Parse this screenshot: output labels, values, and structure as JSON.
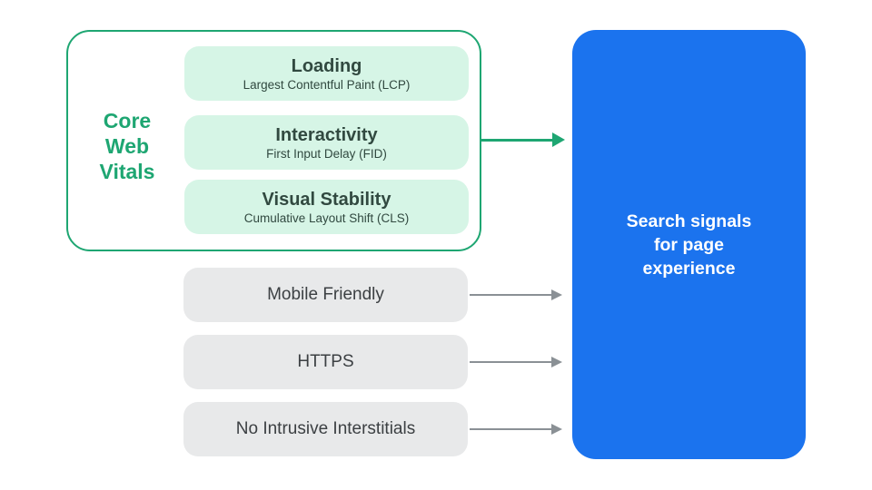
{
  "diagram": {
    "core_web_vitals": {
      "label": "Core\nWeb\nVitals",
      "items": [
        {
          "title": "Loading",
          "subtitle": "Largest Contentful Paint (LCP)"
        },
        {
          "title": "Interactivity",
          "subtitle": "First Input Delay (FID)"
        },
        {
          "title": "Visual Stability",
          "subtitle": "Cumulative Layout Shift (CLS)"
        }
      ]
    },
    "other_signals": [
      {
        "label": "Mobile Friendly"
      },
      {
        "label": "HTTPS"
      },
      {
        "label": "No Intrusive Interstitials"
      }
    ],
    "result": {
      "label": "Search signals\nfor page\nexperience"
    }
  },
  "colors": {
    "green": "#1EA672",
    "green_light": "#D6F5E6",
    "green_dark_text": "#314940",
    "gray_fill": "#E8E9EA",
    "gray_text": "#3C4043",
    "gray_arrow": "#8A9095",
    "blue": "#1B73EE"
  }
}
